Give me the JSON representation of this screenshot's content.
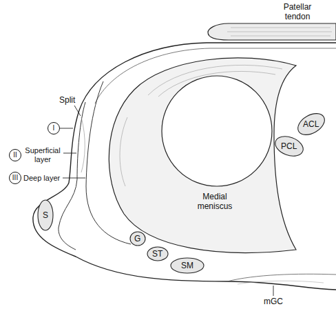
{
  "diagram": {
    "nodes": [
      {
        "text": [
          "I"
        ]
      },
      {
        "text": [
          "II"
        ]
      },
      {
        "text": [
          "III"
        ]
      }
    ],
    "labels": [
      "Patellar tendon",
      "Split",
      "Superficial layer",
      "Deep layer",
      "S",
      "Medial meniscus",
      "ACL",
      "PCL",
      "G",
      "ST",
      "SM",
      "mGC"
    ]
  }
}
